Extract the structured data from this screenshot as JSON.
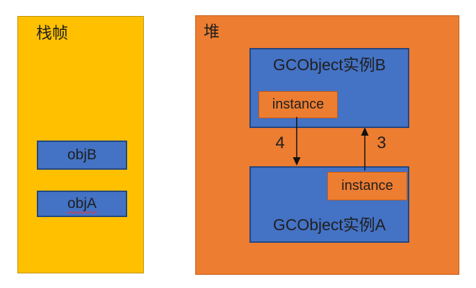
{
  "colors": {
    "yellow": "#FFC000",
    "yellow_border": "#BF9000",
    "orange": "#ED7D31",
    "orange_border": "#C55A11",
    "blue": "#4472C4",
    "blue_border": "#24477F",
    "text": "#1F1F1F",
    "squiggle": "#FF2A2A"
  },
  "stack": {
    "title": "栈帧",
    "slots": [
      {
        "label": "objB"
      },
      {
        "label": "objA",
        "spellcheck_underline": true
      }
    ]
  },
  "heap": {
    "title": "堆",
    "object_b": {
      "label": "GCObject实例B",
      "field_label": "instance"
    },
    "object_a": {
      "label": "GCObject实例A",
      "field_label": "instance"
    }
  },
  "arrows": [
    {
      "label": "4",
      "direction": "down",
      "from": "GCObject实例B.instance",
      "to": "GCObject实例A"
    },
    {
      "label": "3",
      "direction": "up",
      "from": "GCObject实例A.instance",
      "to": "GCObject实例B"
    }
  ]
}
